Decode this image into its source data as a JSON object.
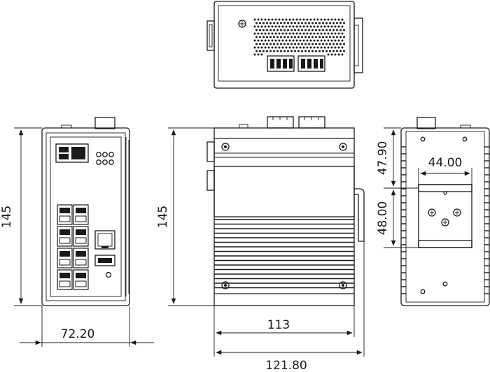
{
  "dimensions": {
    "front_height": "145",
    "front_width": "72.20",
    "side_height": "145",
    "side_depth_inner": "113",
    "side_depth_overall": "121.80",
    "rear_rail_width": "44.00",
    "rear_upper_offset": "47.90",
    "rear_lower_offset": "48.00"
  },
  "colors": {
    "line": "#1a1a1a",
    "background": "#ffffff"
  }
}
